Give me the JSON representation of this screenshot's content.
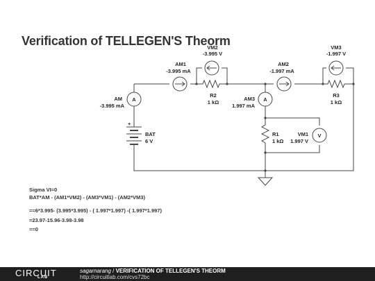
{
  "title": "Verification of TELLEGEN'S Theorm",
  "components": {
    "am": {
      "name": "AM",
      "value": "-3.995 mA",
      "symbol": "A"
    },
    "am1": {
      "name": "AM1",
      "value": "-3.995 mA"
    },
    "vm2": {
      "name": "VM2",
      "value": "-3.995 V"
    },
    "r2": {
      "name": "R2",
      "value": "1 kΩ"
    },
    "am2": {
      "name": "AM2",
      "value": "-1.997 mA"
    },
    "vm3": {
      "name": "VM3",
      "value": "-1.997 V"
    },
    "r3": {
      "name": "R3",
      "value": "1 kΩ"
    },
    "am3": {
      "name": "AM3",
      "value": "1.997 mA",
      "symbol": "A"
    },
    "bat": {
      "name": "BAT",
      "value": "6 V",
      "plus": "+"
    },
    "r1": {
      "name": "R1",
      "value": "1 kΩ"
    },
    "vm1": {
      "name": "VM1",
      "value": "1.997 V",
      "symbol": "V"
    }
  },
  "notes": {
    "line1": "Sigma VI=0",
    "line2": "BAT*AM - (AM1*VM2) - (AM3*VM1) - (AM2*VM3)",
    "line3": "==6*3.995- (3.995*3.995) - ( 1.997*1.997) -( 1.997*1.997)",
    "line4": "=23.97-15.96-3.98-3.98",
    "line5": "==0"
  },
  "footer": {
    "logo_top": "CIRCUIT",
    "logo_bottom": "LAB",
    "author": "sagarnarang",
    "separator": " / ",
    "circuit_title": "VERIFICATION OF TELLEGEN'S THEORM",
    "url": "http://circuitlab.com/cvs72bc"
  },
  "colors": {
    "wire": "#444444",
    "text": "#222222",
    "footer_bg": "#1f1f1f",
    "footer_text": "#ffffff"
  }
}
